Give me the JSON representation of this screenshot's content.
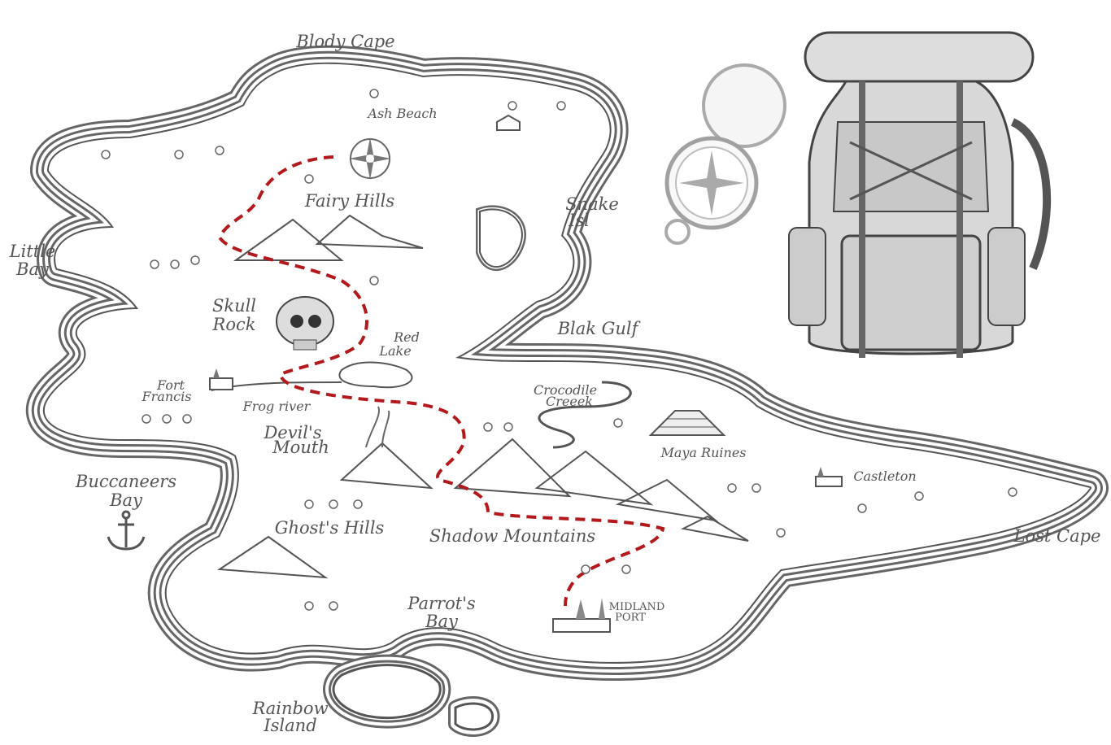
{
  "map": {
    "labels": {
      "blody_cape": "Blody Cape",
      "ash_beach": "Ash Beach",
      "fairy_hills": "Fairy Hills",
      "snake_isl_1": "Snake",
      "snake_isl_2": "Isl",
      "little_bay_1": "Little",
      "little_bay_2": "Bay",
      "skull_rock_1": "Skull",
      "skull_rock_2": "Rock",
      "red_lake_1": "Red",
      "red_lake_2": "Lake",
      "blak_gulf": "Blak Gulf",
      "fort_francis_1": "Fort",
      "fort_francis_2": "Francis",
      "frog_river": "Frog river",
      "crocodile_creek_1": "Crocodile",
      "crocodile_creek_2": "Creeek",
      "devils_mouth_1": "Devil's",
      "devils_mouth_2": "Mouth",
      "maya_ruines": "Maya Ruines",
      "castleton": "Castleton",
      "buccaneers_bay_1": "Buccaneers",
      "buccaneers_bay_2": "Bay",
      "ghosts_hills": "Ghost's Hills",
      "shadow_mountains": "Shadow Mountains",
      "lost_cape": "Lost Cape",
      "parrots_bay_1": "Parrot's",
      "parrots_bay_2": "Bay",
      "midland_port_1": "MIDLAND",
      "midland_port_2": "PORT",
      "rainbow_island_1": "Rainbow",
      "rainbow_island_2": "Island"
    },
    "colors": {
      "ink": "#555555",
      "route": "#b3191c",
      "paper": "#ffffff"
    },
    "icons": [
      "compass-rose-icon",
      "skull-icon",
      "anchor-icon",
      "volcano-icon",
      "pyramid-icon",
      "castle-icon",
      "church-icon",
      "compass-icon",
      "backpack-icon"
    ]
  }
}
